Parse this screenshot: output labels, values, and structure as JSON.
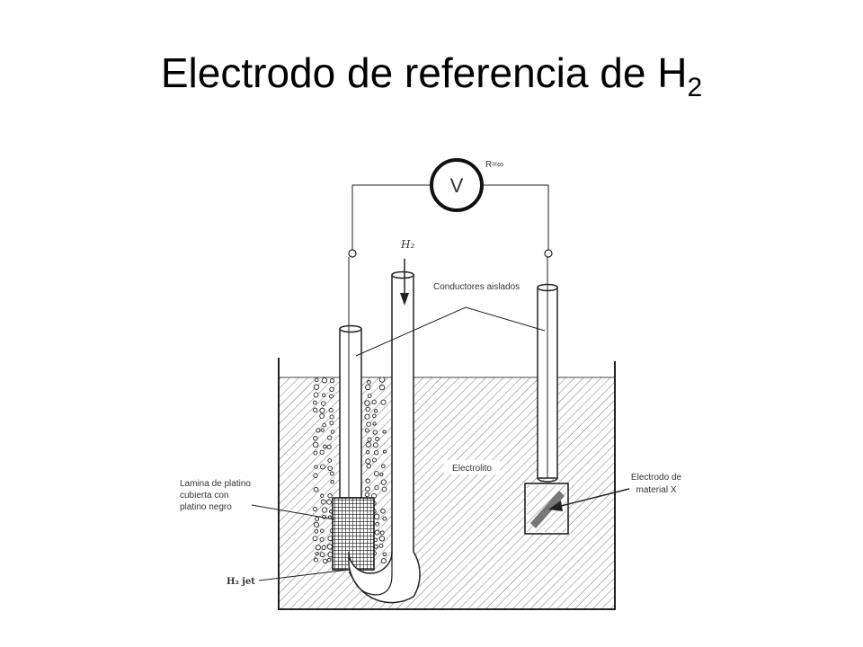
{
  "slide": {
    "title_main": "Electrodo de referencia de H",
    "title_sub": "2"
  },
  "diagram": {
    "voltmeter_symbol": "V",
    "resistance_label": "R=∞",
    "h2_inlet_label": "H₂",
    "conductores_label": "Conductores aislados",
    "electrolito_label": "Electrolito",
    "electrodo_line1": "Electrodo de",
    "electrodo_line2": "material X",
    "lamina_line1": "Lamina de platino",
    "lamina_line2": "cubierta con",
    "lamina_line3": "platino negro",
    "h2_jet_label": "H₂ jet"
  },
  "colors": {
    "ink": "#222222",
    "background": "#ffffff"
  }
}
